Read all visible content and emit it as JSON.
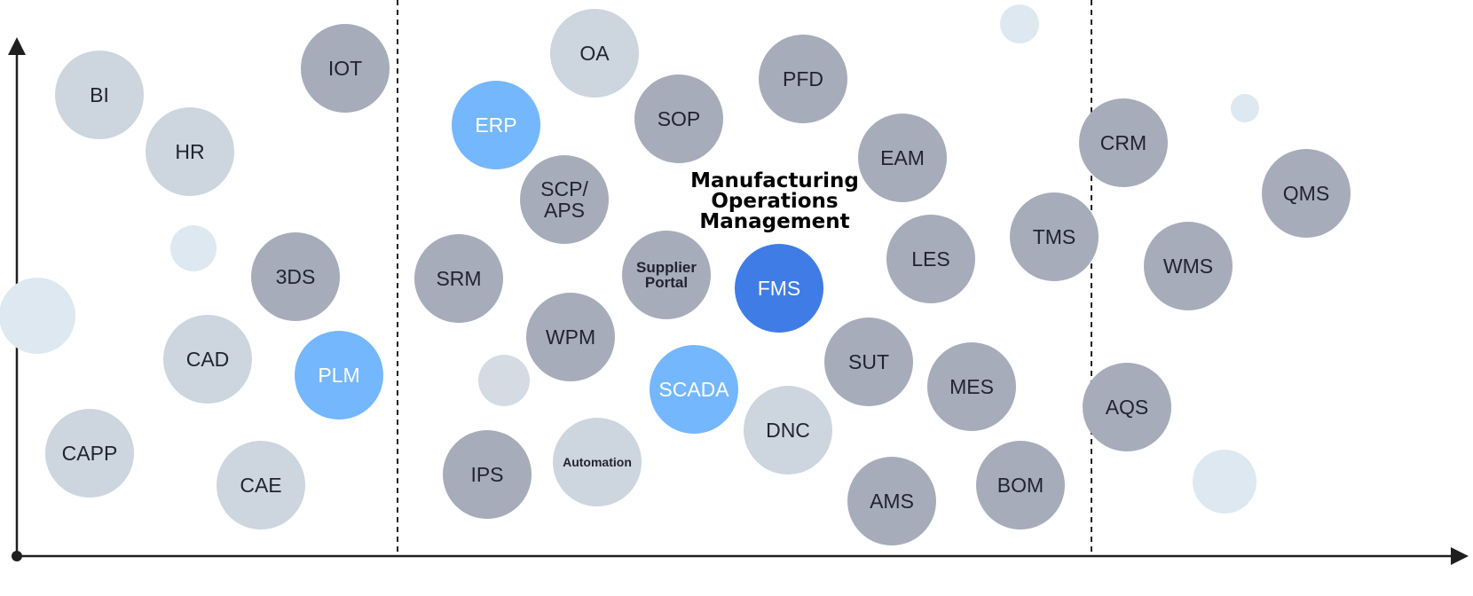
{
  "colors": {
    "gray_dark": "#a6acba",
    "gray_light": "#cdd5df",
    "ghost": "#dde8f0",
    "ghost_gray": "#d5dbe3",
    "blue_light": "#74b7fd",
    "blue_dark": "#3f7ce6",
    "text_dark": "#1f2430",
    "text_light": "#ffffff",
    "axis": "#1f1f1f"
  },
  "center_title": "Manufacturing\nOperations\nManagement",
  "bubbles": [
    {
      "name": "bubble-bi",
      "label": "BI",
      "style": "gray_light"
    },
    {
      "name": "bubble-hr",
      "label": "HR",
      "style": "gray_light"
    },
    {
      "name": "bubble-iot",
      "label": "IOT",
      "style": "gray_dark"
    },
    {
      "name": "bubble-3ds",
      "label": "3DS",
      "style": "gray_dark"
    },
    {
      "name": "bubble-cad",
      "label": "CAD",
      "style": "gray_light"
    },
    {
      "name": "bubble-plm",
      "label": "PLM",
      "style": "blue_light"
    },
    {
      "name": "bubble-capp",
      "label": "CAPP",
      "style": "gray_light"
    },
    {
      "name": "bubble-cae",
      "label": "CAE",
      "style": "gray_light"
    },
    {
      "name": "bubble-oa",
      "label": "OA",
      "style": "gray_light"
    },
    {
      "name": "bubble-erp",
      "label": "ERP",
      "style": "blue_light"
    },
    {
      "name": "bubble-sop",
      "label": "SOP",
      "style": "gray_dark"
    },
    {
      "name": "bubble-pfd",
      "label": "PFD",
      "style": "gray_dark"
    },
    {
      "name": "bubble-scp-aps",
      "label": "SCP/\nAPS",
      "style": "gray_dark"
    },
    {
      "name": "bubble-eam",
      "label": "EAM",
      "style": "gray_dark"
    },
    {
      "name": "bubble-srm",
      "label": "SRM",
      "style": "gray_dark"
    },
    {
      "name": "bubble-supplier-portal",
      "label": "Supplier\nPortal",
      "style": "gray_dark",
      "text": "small"
    },
    {
      "name": "bubble-fms",
      "label": "FMS",
      "style": "blue_dark"
    },
    {
      "name": "bubble-les",
      "label": "LES",
      "style": "gray_dark"
    },
    {
      "name": "bubble-wpm",
      "label": "WPM",
      "style": "gray_dark"
    },
    {
      "name": "bubble-scada",
      "label": "SCADA",
      "style": "blue_light"
    },
    {
      "name": "bubble-sut",
      "label": "SUT",
      "style": "gray_dark"
    },
    {
      "name": "bubble-dnc",
      "label": "DNC",
      "style": "gray_light"
    },
    {
      "name": "bubble-mes",
      "label": "MES",
      "style": "gray_dark"
    },
    {
      "name": "bubble-ips",
      "label": "IPS",
      "style": "gray_dark"
    },
    {
      "name": "bubble-automation",
      "label": "Automation",
      "style": "gray_light",
      "text": "tiny"
    },
    {
      "name": "bubble-ams",
      "label": "AMS",
      "style": "gray_dark"
    },
    {
      "name": "bubble-bom",
      "label": "BOM",
      "style": "gray_dark"
    },
    {
      "name": "bubble-crm",
      "label": "CRM",
      "style": "gray_dark"
    },
    {
      "name": "bubble-tms",
      "label": "TMS",
      "style": "gray_dark"
    },
    {
      "name": "bubble-qms",
      "label": "QMS",
      "style": "gray_dark"
    },
    {
      "name": "bubble-wms",
      "label": "WMS",
      "style": "gray_dark"
    },
    {
      "name": "bubble-aqs",
      "label": "AQS",
      "style": "gray_dark"
    },
    {
      "name": "ghost-bubble-1",
      "label": "",
      "style": "ghost"
    },
    {
      "name": "ghost-bubble-2",
      "label": "",
      "style": "ghost"
    },
    {
      "name": "ghost-bubble-3",
      "label": "",
      "style": "ghost"
    },
    {
      "name": "ghost-bubble-4",
      "label": "",
      "style": "ghost"
    },
    {
      "name": "ghost-bubble-5",
      "label": "",
      "style": "ghost"
    },
    {
      "name": "ghost-bubble-6",
      "label": "",
      "style": "ghost_gray"
    }
  ]
}
